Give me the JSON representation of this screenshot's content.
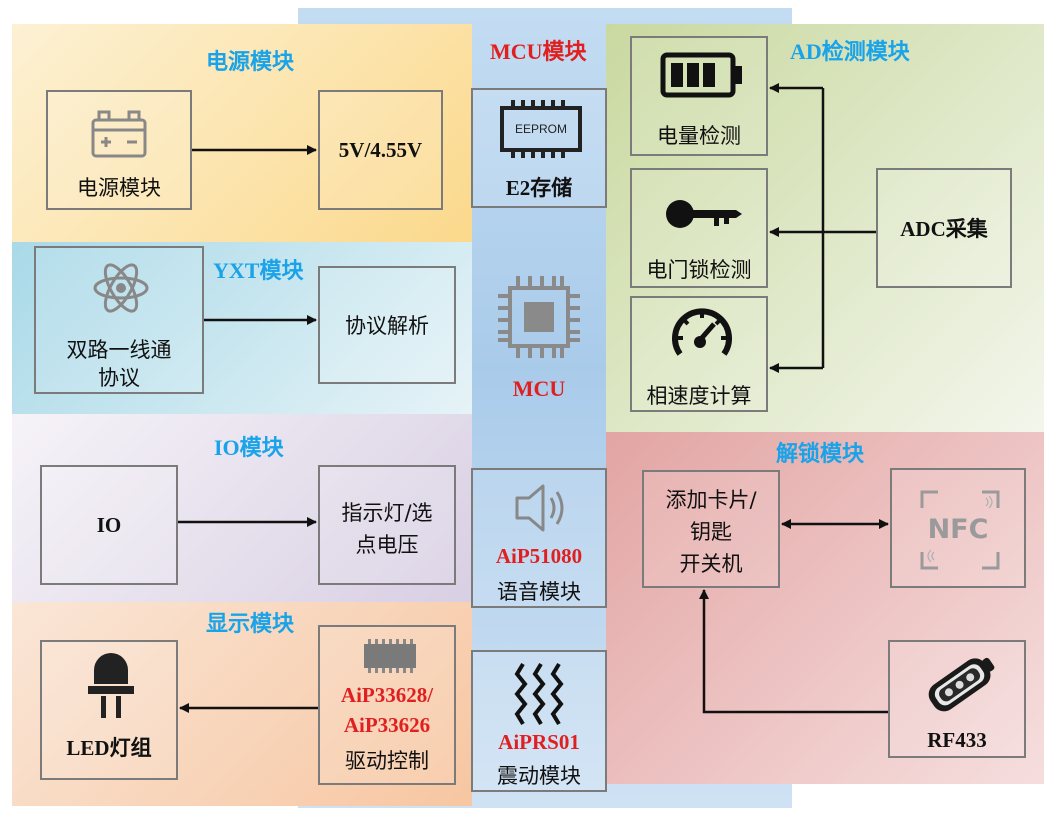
{
  "modules": {
    "power": {
      "title": "电源模块",
      "source": "电源模块",
      "output": "5V/4.55V"
    },
    "yxt": {
      "title": "YXT模块",
      "source_line1": "双路一线通",
      "source_line2": "协议",
      "output": "协议解析"
    },
    "io": {
      "title": "IO模块",
      "source": "IO",
      "output_line1": "指示灯/选",
      "output_line2": "点电压"
    },
    "display": {
      "title": "显示模块",
      "output": "LED灯组",
      "driver_line1": "AiP33628/",
      "driver_line2": "AiP33626",
      "driver_line3": "驱动控制"
    },
    "mcu": {
      "title": "MCU模块",
      "eeprom_chip": "EEPROM",
      "eeprom": "E2存储",
      "core": "MCU",
      "voice_part": "AiP51080",
      "voice": "语音模块",
      "vibration_part": "AiPRS01",
      "vibration": "震动模块"
    },
    "ad": {
      "title": "AD检测模块",
      "battery": "电量检测",
      "lock": "电门锁检测",
      "speed": "相速度计算",
      "adc": "ADC采集"
    },
    "unlock": {
      "title": "解锁模块",
      "card_line1": "添加卡片/",
      "card_line2": "钥匙",
      "card_line3": "开关机",
      "nfc": "NFC",
      "rf": "RF433"
    }
  },
  "colors": {
    "power_bg": "#fce3a8",
    "yxt_bg": "#c8e8f2",
    "io_bg": "#e3dcea",
    "display_bg": "#fbd9c2",
    "mcu_bg": "#b9d6f0",
    "ad_bg": "#dfe8c6",
    "unlock_bg": "#edc3c1",
    "title_blue": "#1aa3e8",
    "part_red": "#e02020"
  }
}
